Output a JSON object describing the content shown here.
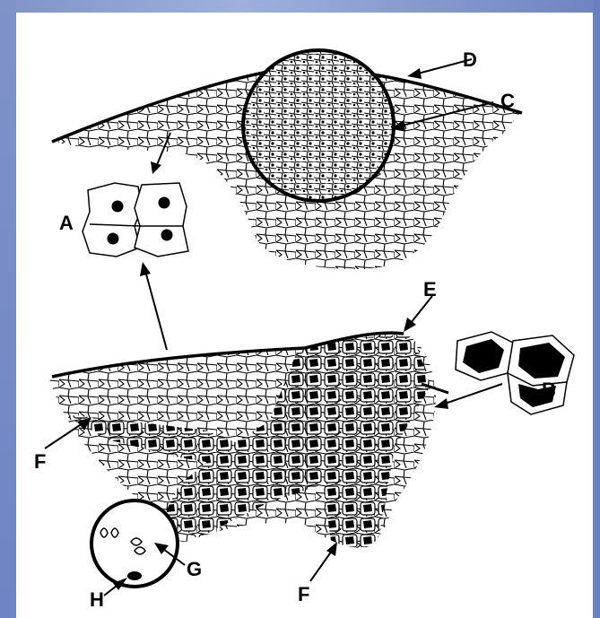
{
  "diagram": {
    "labels": {
      "A": "A",
      "B": "B",
      "C": "C",
      "D": "D",
      "E": "E",
      "F1": "F",
      "F2": "F",
      "G": "G",
      "H": "H"
    },
    "colors": {
      "frame": "#7f93c9",
      "ink": "#000000",
      "background": "#ffffff"
    }
  }
}
